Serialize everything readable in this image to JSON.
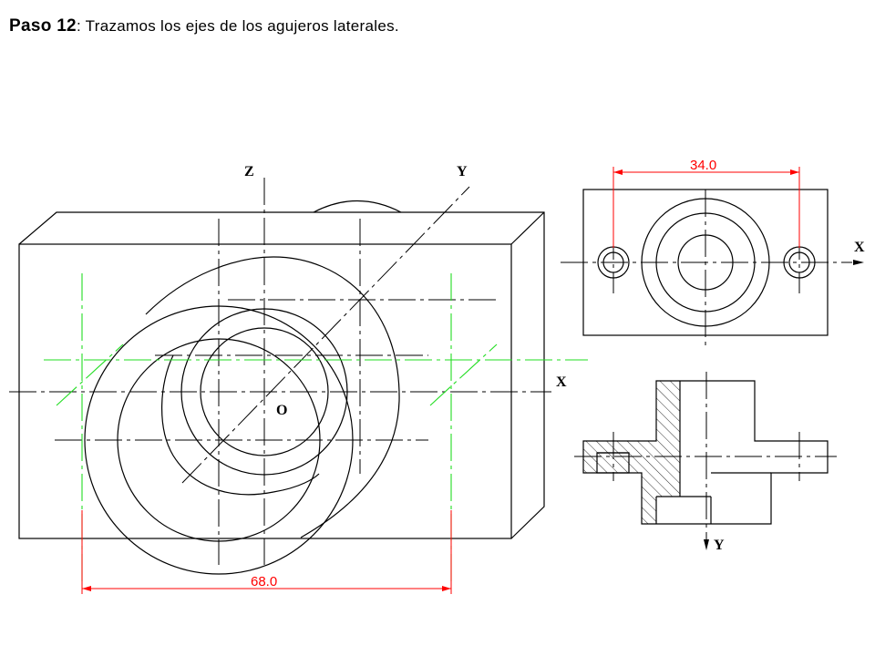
{
  "title": {
    "step": "Paso 12",
    "text": ": Trazamos los ejes de los agujeros laterales."
  },
  "iso_view": {
    "axis_labels": {
      "z": "Z",
      "y": "Y",
      "x": "X",
      "origin": "O"
    },
    "dimension": "68.0"
  },
  "top_view": {
    "axis_label_x": "X",
    "dimension": "34.0"
  },
  "section_view": {
    "axis_label_y": "Y"
  },
  "colors": {
    "lines": "#000000",
    "axes_green": "#22dd22",
    "dimensions_red": "#ff0000"
  }
}
